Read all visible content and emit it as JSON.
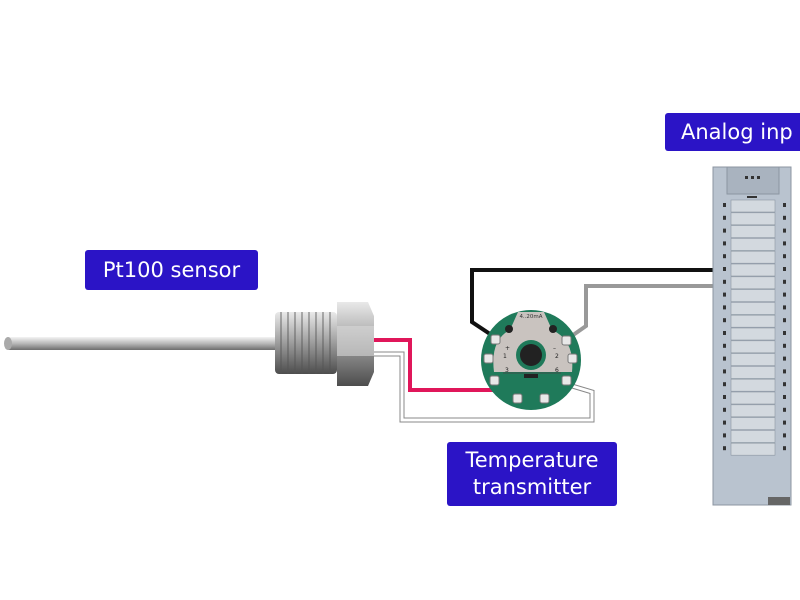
{
  "labels": {
    "sensor": "Pt100 sensor",
    "transmitter_line1": "Temperature",
    "transmitter_line2": "transmitter",
    "analog_input": "Analog inp"
  },
  "transmitter": {
    "rating": "4..20mA",
    "terminals": {
      "t1": "1",
      "t2": "2",
      "t3": "3",
      "t6": "6",
      "plus": "+",
      "minus": "–"
    }
  },
  "colors": {
    "label_bg": "#2b14c6",
    "wire_red": "#e0165a",
    "wire_black": "#111111",
    "wire_gray": "#9a9a9a",
    "transmitter_green": "#1f7a5a",
    "module_gray": "#b9c3cf"
  }
}
